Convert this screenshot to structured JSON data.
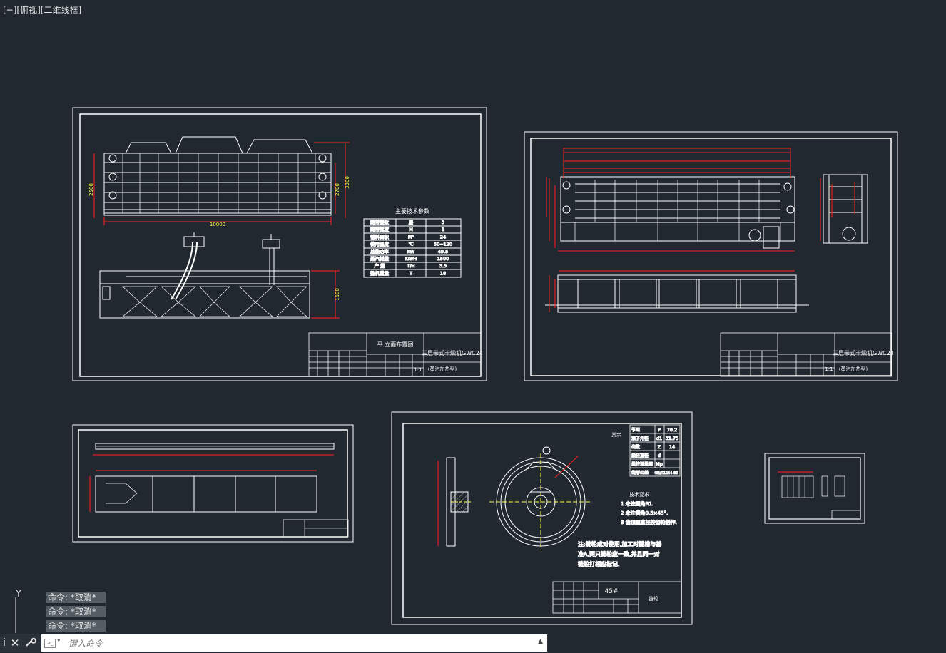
{
  "viewport": {
    "label": "[−][俯视][二维线框]"
  },
  "command": {
    "history": [
      "命令: *取消*",
      "命令: *取消*",
      "命令: *取消*"
    ],
    "placeholder": "键入命令"
  },
  "ucs": {
    "y_label": "Y"
  },
  "sheet1": {
    "table_title": "主要技术参数",
    "params": [
      [
        "网带层数",
        "层",
        "3"
      ],
      [
        "网带宽度",
        "M",
        "1"
      ],
      [
        "铺料面积",
        "M²",
        "24"
      ],
      [
        "使用温度",
        "℃",
        "50~120"
      ],
      [
        "总装功率",
        "KW",
        "49.5"
      ],
      [
        "蒸汽耗量",
        "KG/H",
        "1500"
      ],
      [
        "产  量",
        "T/H",
        "3.5"
      ],
      [
        "整机重量",
        "T",
        "18"
      ]
    ],
    "dim_length": "10000",
    "dim_height_left": "2500",
    "dim_height_right": "2700",
    "dim_height_right2": "3300",
    "dim_side": "1500",
    "title_name": "平.立面布置图",
    "product": "三层带式干燥机GWC24",
    "product_sub": "(蒸汽加热型)",
    "scale": "1:1"
  },
  "sheet2": {
    "product": "三层带式干燥机GWC24",
    "product_sub": "(蒸汽加热型)",
    "scale": "1:1"
  },
  "sheet4": {
    "roughness": "其余",
    "spec_rows": [
      [
        "节距",
        "P",
        "76.2"
      ],
      [
        "滚子外径",
        "d1",
        "31.75"
      ],
      [
        "齿数",
        "Z",
        "14"
      ],
      [
        "量柱直径",
        "d",
        ""
      ],
      [
        "量柱测量距",
        "Mp",
        ""
      ],
      [
        "齿形公差",
        "GB/T1244-85",
        ""
      ]
    ],
    "tech_title": "技术要求",
    "tech_items": [
      "1  未注圆角R1.",
      "2  未注倒角0.5×45°.",
      "3  齿顶圆直径按齿轮制作."
    ],
    "note_lines": [
      "注:链轮成对使用,加工时键槽与基",
      "准A,两只链轮应一致,并且同一对",
      "链轮打相应标记."
    ],
    "material": "45#",
    "part_name": "链轮"
  },
  "colors": {
    "background": "#212830",
    "line": "#ffffff",
    "dimension": "#ff2020",
    "center": "#ffff40"
  }
}
